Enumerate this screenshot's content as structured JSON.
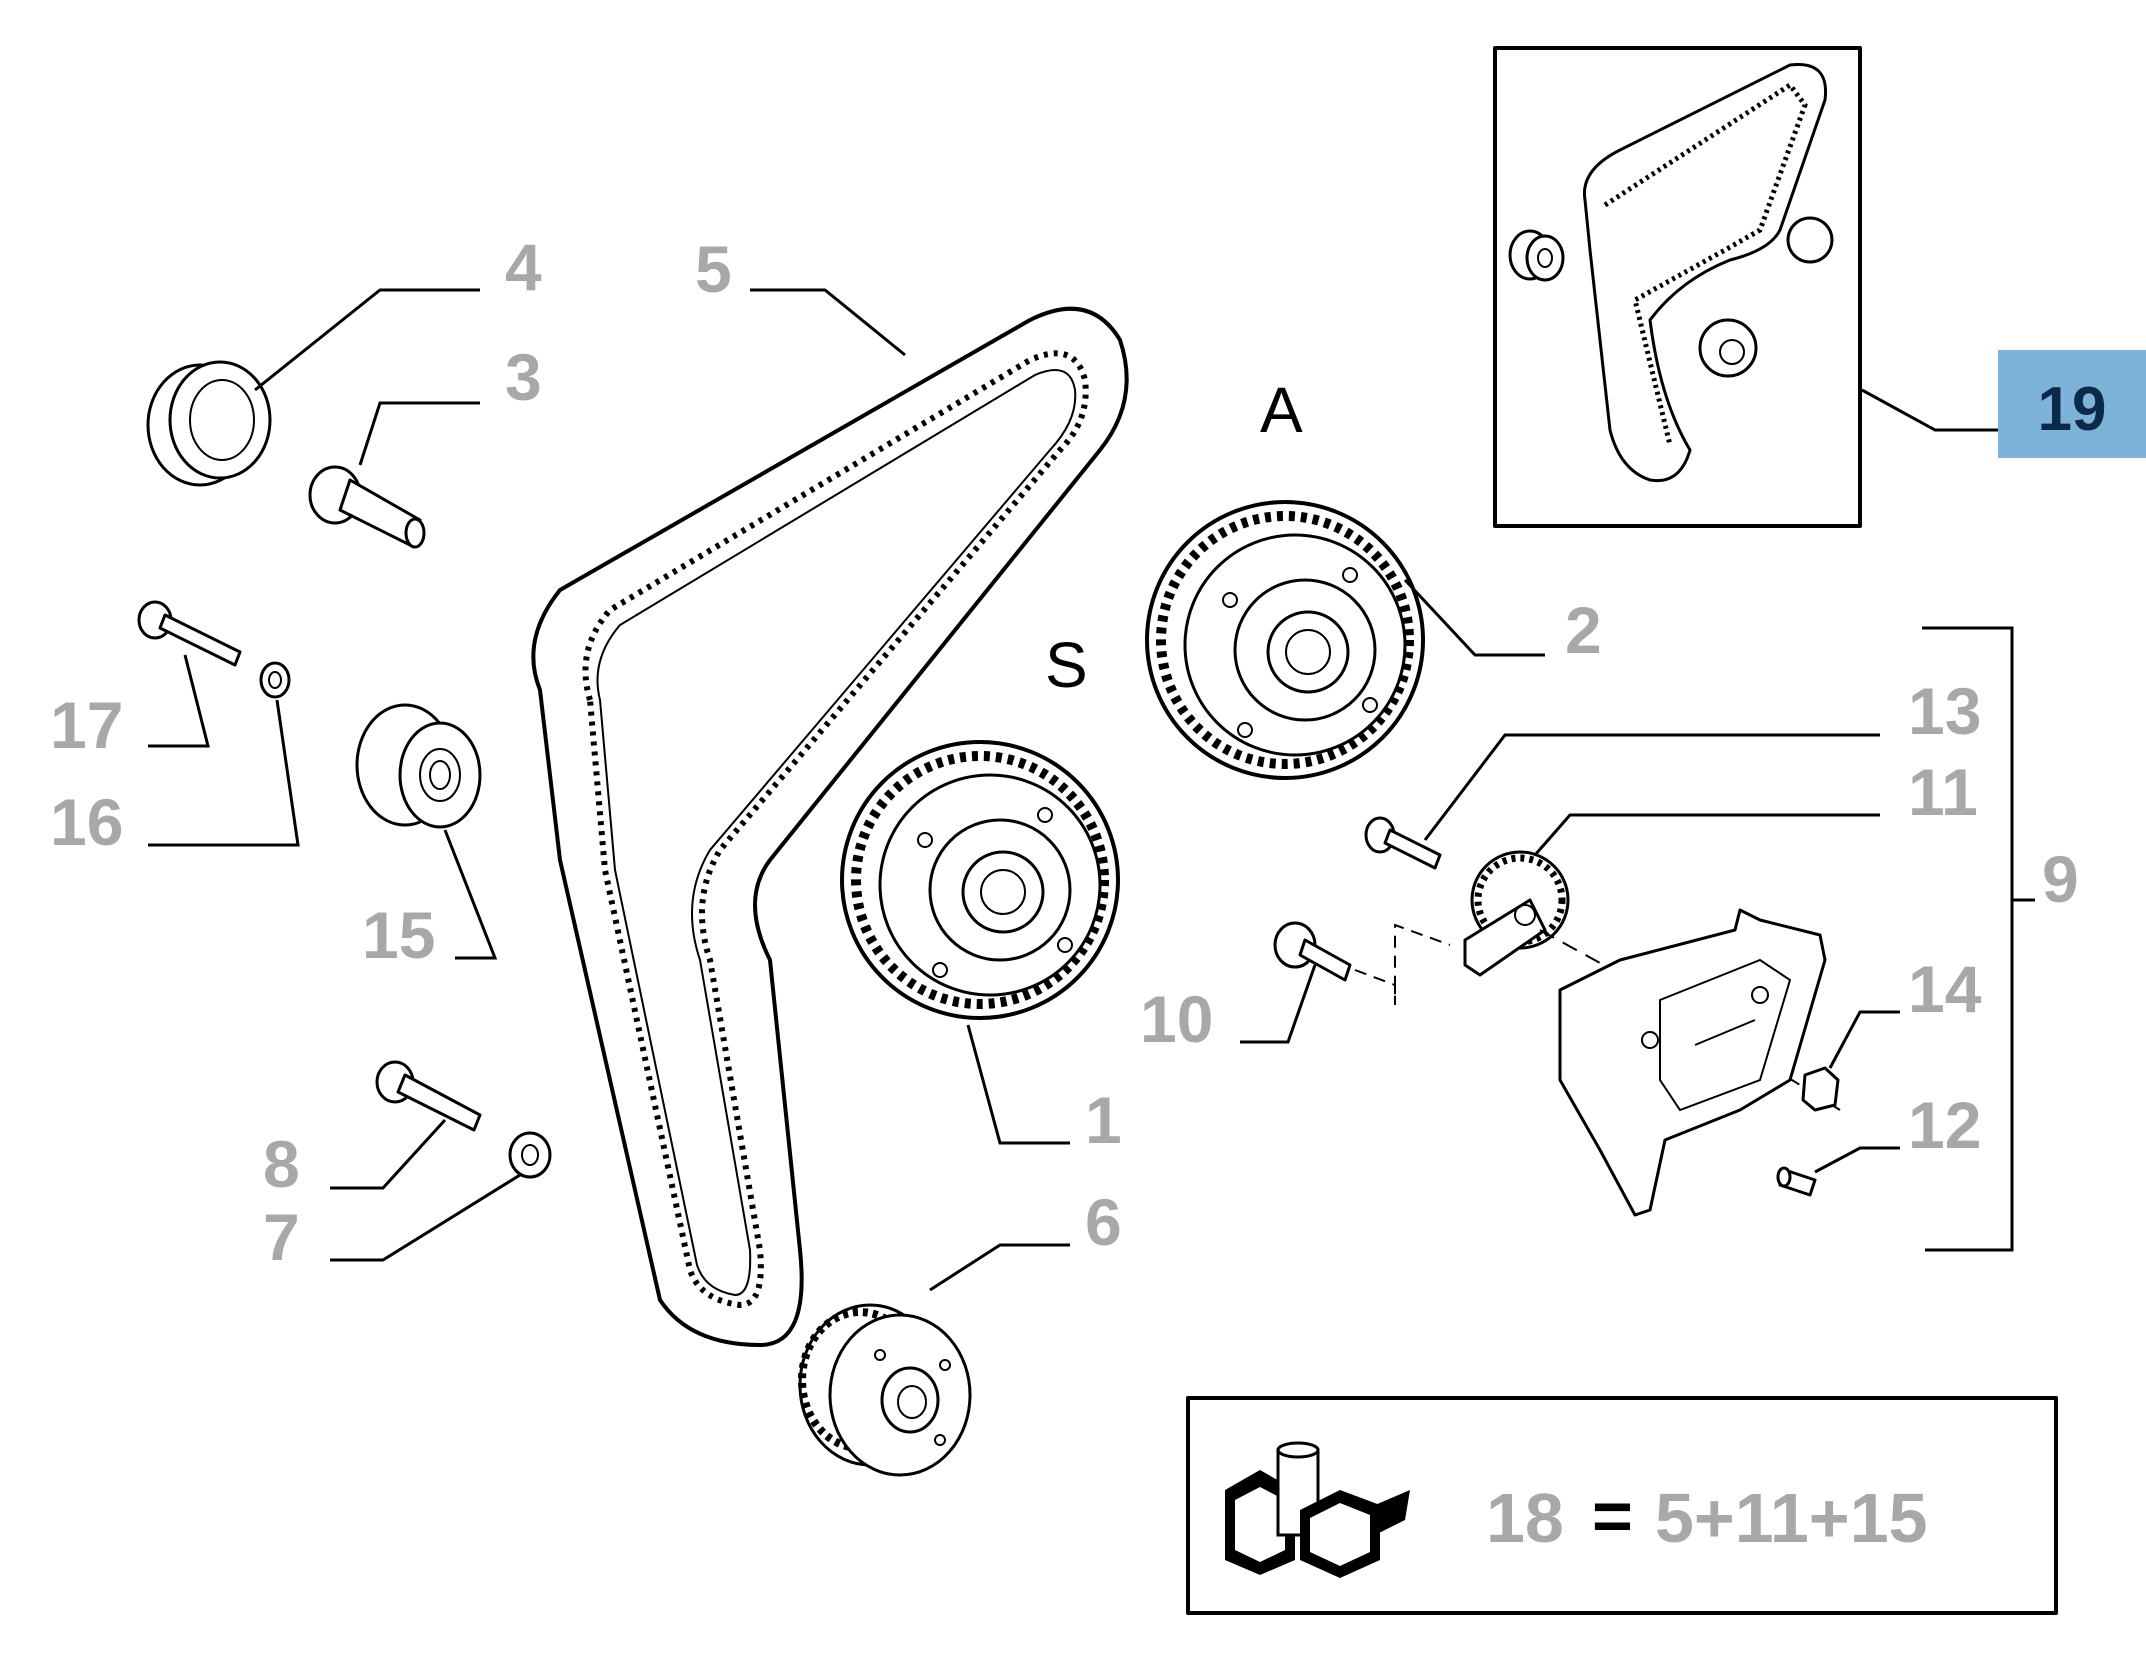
{
  "callouts": {
    "n1": "1",
    "n2": "2",
    "n3": "3",
    "n4": "4",
    "n5": "5",
    "n6": "6",
    "n7": "7",
    "n8": "8",
    "n9": "9",
    "n10": "10",
    "n11": "11",
    "n12": "12",
    "n13": "13",
    "n14": "14",
    "n15": "15",
    "n16": "16",
    "n17": "17"
  },
  "markers": {
    "a": "A",
    "s": "S"
  },
  "kit_badge": {
    "label": "19",
    "color": "#7fb2d8"
  },
  "kit_formula": {
    "lhs": "18",
    "eq": "=",
    "rhs": "5+11+15"
  },
  "colors": {
    "callout": "#a8a8a8",
    "line": "#000000"
  }
}
